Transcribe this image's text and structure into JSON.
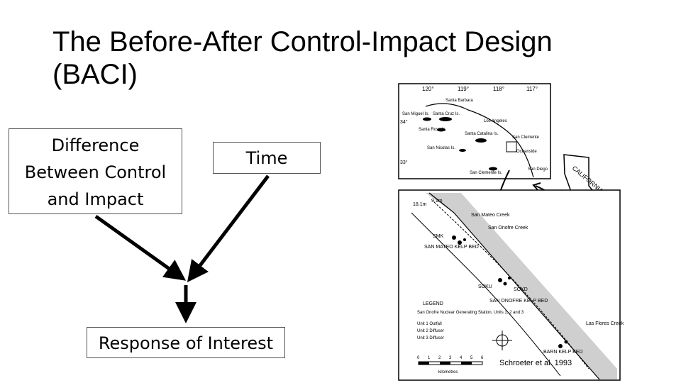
{
  "slide": {
    "title_line1": "The Before-After Control-Impact Design",
    "title_line2": "(BACI)"
  },
  "diagram": {
    "box_difference": [
      "Difference",
      "Between Control",
      "and Impact"
    ],
    "box_time": "Time",
    "box_response": "Response of Interest"
  },
  "map": {
    "inset_top": {
      "longitudes": [
        "120°",
        "119°",
        "118°",
        "117°"
      ],
      "latitudes": [
        "34°",
        "33°"
      ],
      "places": [
        "Santa Barbara",
        "San Miguel Is.",
        "Santa Cruz Is.",
        "Santa Rosa Is.",
        "Los Angeles",
        "Santa Catalina Is.",
        "San Nicolas Is.",
        "San Clemente",
        "Oceanside",
        "San Clemente Is.",
        "San Diego"
      ]
    },
    "state_label": "CALIFORNIA",
    "detail": {
      "depths": [
        "18.1m",
        "9.1m"
      ],
      "places": [
        "San Mateo Creek",
        "San Onofre Creek",
        "SMK",
        "SAN MATEO KELP BED",
        "SOKU",
        "SOKD",
        "SAN ONOFRE KELP BED",
        "Las Flores Creek",
        "BARN KELP BED"
      ],
      "legend_title": "LEGEND",
      "legend_items": [
        "San Onofre Nuclear Generating Station, Units 1, 2 and 3",
        "Unit 1 Outfall",
        "Unit 2 Diffuser",
        "Unit 3 Diffuser"
      ],
      "scale_ticks": [
        "0",
        "1",
        "2",
        "3",
        "4",
        "5",
        "6"
      ],
      "scale_unit": "kilometres"
    },
    "credit": "Schroeter et al. 1993"
  }
}
